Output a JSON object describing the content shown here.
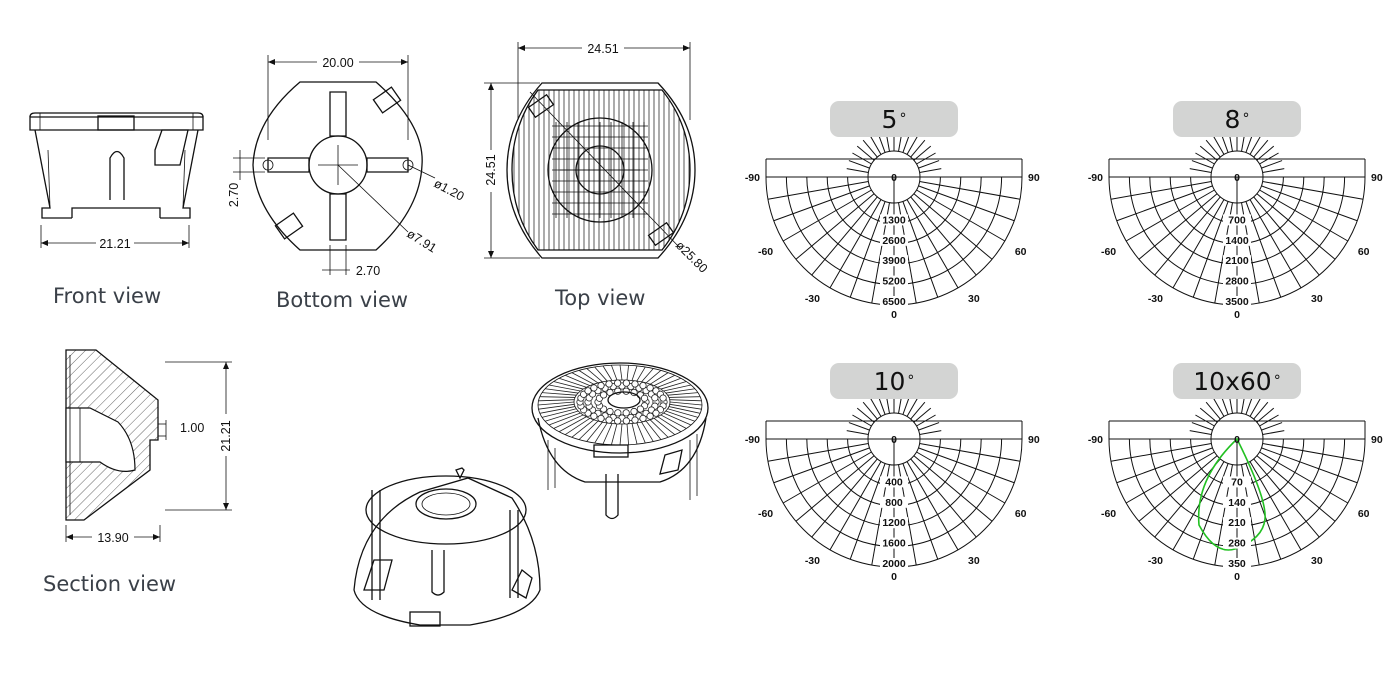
{
  "views": {
    "front": {
      "label": "Front view",
      "width": "21.21"
    },
    "bottom": {
      "label": "Bottom view",
      "width": "20.00",
      "height": "2.70",
      "slot": "2.70",
      "hole_dia": "ø1.20",
      "center_dia": "ø7.91"
    },
    "top": {
      "label": "Top view",
      "width": "24.51",
      "height": "24.51",
      "outer_dia": "ø25.80"
    },
    "section": {
      "label": "Section view",
      "height": "21.21",
      "width": "13.90",
      "step": "1.00"
    }
  },
  "polar_charts": [
    {
      "title": "5",
      "degree": "°",
      "rings": [
        "1300",
        "2600",
        "3900",
        "5200",
        "6500"
      ],
      "zero": "0",
      "angles": {
        "left90": "-90",
        "right90": "90",
        "left60": "-60",
        "right60": "60",
        "left30": "-30",
        "right30": "30",
        "bottom": "0"
      }
    },
    {
      "title": "8",
      "degree": "°",
      "rings": [
        "700",
        "1400",
        "2100",
        "2800",
        "3500"
      ],
      "zero": "0",
      "angles": {
        "left90": "-90",
        "right90": "90",
        "left60": "-60",
        "right60": "60",
        "left30": "-30",
        "right30": "30",
        "bottom": "0"
      }
    },
    {
      "title": "10",
      "degree": "°",
      "rings": [
        "400",
        "800",
        "1200",
        "1600",
        "2000"
      ],
      "zero": "0",
      "angles": {
        "left90": "-90",
        "right90": "90",
        "left60": "-60",
        "right60": "60",
        "left30": "-30",
        "right30": "30",
        "bottom": "0"
      }
    },
    {
      "title": "10x60",
      "degree": "°",
      "rings": [
        "70",
        "140",
        "210",
        "280",
        "350"
      ],
      "zero": "0",
      "angles": {
        "left90": "-90",
        "right90": "90",
        "left60": "-60",
        "right60": "60",
        "left30": "-30",
        "right30": "30",
        "bottom": "0"
      }
    }
  ],
  "colors": {
    "green": "#22c022",
    "red": "#d62020",
    "yellow": "#d8c800",
    "badge": "#d3d4d3",
    "label": "#3a4048"
  }
}
